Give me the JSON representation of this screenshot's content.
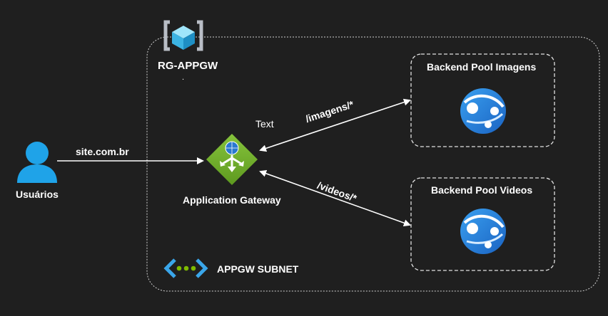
{
  "resource_group": {
    "name": "RG-APPGW",
    "icon": "resource-group-cube-icon",
    "dot": "."
  },
  "user": {
    "label": "Usuários",
    "icon": "user-person-icon"
  },
  "domain_label": "site.com.br",
  "gateway": {
    "label": "Application Gateway",
    "icon": "application-gateway-icon"
  },
  "subnet": {
    "label": "APPGW SUBNET",
    "icon": "virtual-network-subnet-icon"
  },
  "routes": {
    "text_label": "Text",
    "images_path": "/imagens/*",
    "videos_path": "/videos/*"
  },
  "pools": [
    {
      "title": "Backend Pool Imagens",
      "icon": "app-service-globe-icon"
    },
    {
      "title": "Backend Pool Videos",
      "icon": "app-service-globe-icon"
    }
  ],
  "colors": {
    "background": "#1f1f1f",
    "border": "#d0d0d0",
    "user_blue": "#1fa3e8",
    "gateway_green": "#7fba00",
    "globe_blue": "#1c7bd4",
    "cube_blue": "#50c8f0"
  }
}
